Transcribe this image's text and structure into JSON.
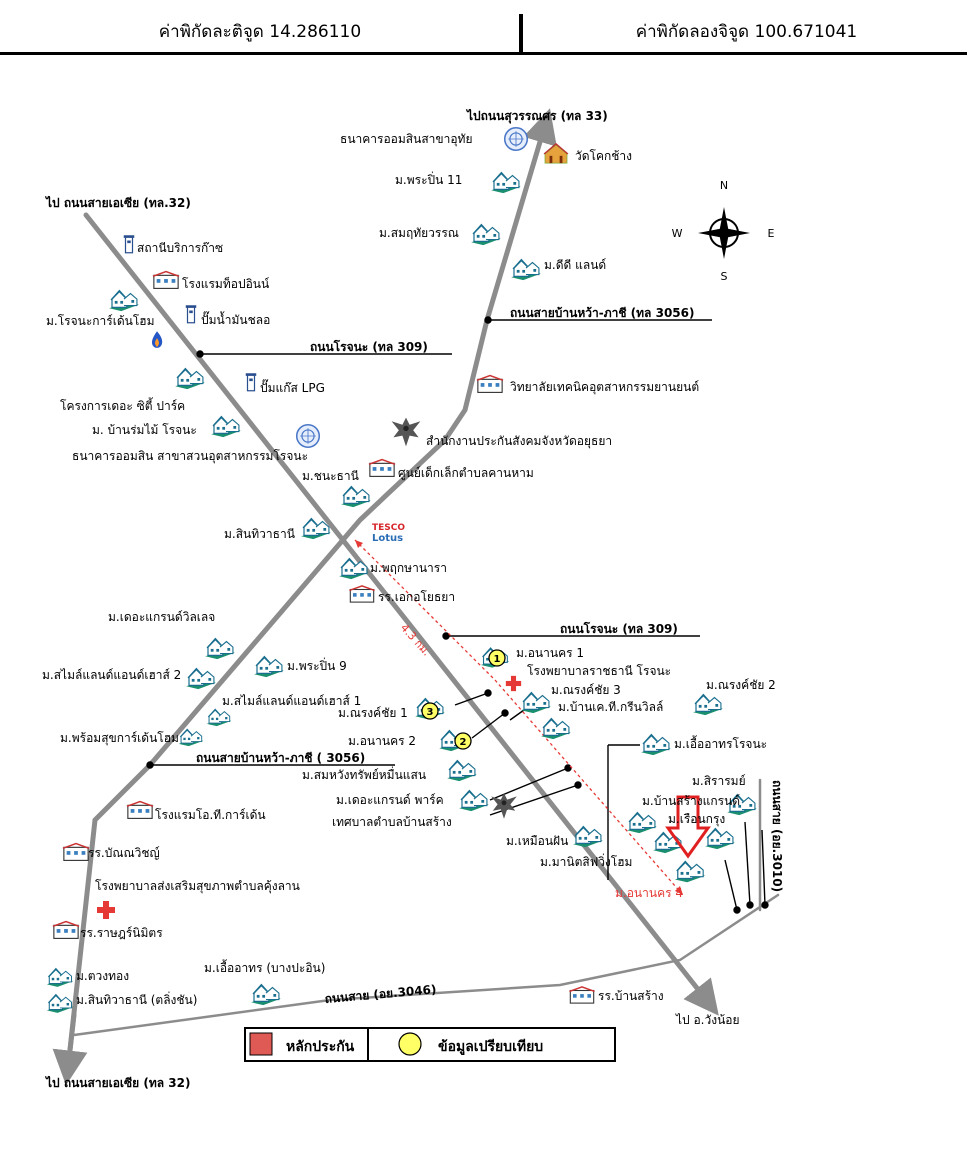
{
  "header": {
    "latitude": "ค่าพิกัดละติจูด 14.286110",
    "longitude": "ค่าพิกัดลองจิจูด 100.671041"
  },
  "compass": {
    "n": "N",
    "s": "S",
    "e": "E",
    "w": "W"
  },
  "roads": {
    "to_suwannason": "ไปถนนสุวรรณศร (ทล 33)",
    "to_asia_top": "ไป ถนนสายเอเซีย (ทล.32)",
    "rojana_upper": "ถนนโรจนะ (ทล 309)",
    "banwa_pachi_upper": "ถนนสายบ้านหว้า-ภาชี (ทล 3056)",
    "rojana_right": "ถนนโรจนะ (ทล 309)",
    "banwa_pachi_lower": "ถนนสายบ้านหว้า-ภาชี ( 3056)",
    "distance": "4.3 กม.",
    "road_3010": "ถนนสาย (อย.3010)",
    "road_3046": "ถนนสาย (อย.3046)",
    "to_asia_bottom": "ไป ถนนสายเอเซีย (ทล 32)",
    "to_wangnoi": "ไป อ.วังน้อย"
  },
  "places": {
    "gsb_uthai": "ธนาคารออมสินสาขาอุทัย",
    "wat_khok_chang": "วัดโคกช้าง",
    "phrapin11": "ม.พระปิ่น 11",
    "somruethai": "ม.สมฤทัยวรรณ",
    "dd_land": "ม.ดีดี แลนด์",
    "gas_station": "สถานีบริการก๊าซ",
    "top_inn": "โรงแรมท็อปอินน์",
    "rojana_garden": "ม.โรจนะการ์เด้นโฮม",
    "oil_pump": "ปั๊มน้ำมันชลอ",
    "vocational": "วิทยาลัยเทคนิคอุตสาหกรรมยานยนต์",
    "lpg": "ปั๊มแก๊ส LPG",
    "city_park": "โครงการเดอะ ซิตี้ ปาร์ค",
    "baan_rommai": "ม. บ้านร่มไม้  โรจนะ",
    "gsb_industrial": "ธนาคารออมสิน สาขาสวนอุตสาหกรรมโรจนะ",
    "social_security": "สำนักงานประกันสังคมจังหวัดอยุธยา",
    "chanathani": "ม.ชนะธานี",
    "child_center": "ศูนย์เด็กเล็กตำบลคานหาม",
    "sinthawathani": "ม.สินทิวาธานี",
    "tesco1": "TESCO",
    "tesco2": "Lotus",
    "pruksa": "ม.พฤกษานารา",
    "ekayothaya": "รร.เอกอโยธยา",
    "grand_village": "ม.เดอะแกรนด์วิลเลจ",
    "smile2": "ม.สไมล์แลนด์แอนด์เฮาส์ 2",
    "phrapin9": "ม.พระปิ่น 9",
    "smile1": "ม.สไมล์แลนด์แอนด์เฮาส์ 1",
    "promsuk": "ม.พร้อมสุขการ์เด้นโฮม",
    "anakhon1": "ม.อนานคร 1",
    "hospital_rojana": "โรงพยาบาลราชธานี โรจนะ",
    "narongchai3": "ม.ณรงค์ชัย 3",
    "narongchai2": "ม.ณรงค์ชัย 2",
    "narongchai1": "ม.ณรงค์ชัย 1",
    "bankt": "ม.บ้านเค.ที.กรีนวิลล์",
    "anakhon2": "ม.อนานคร 2",
    "ueaarthorn_rojana": "ม.เอื้ออาทรโรจนะ",
    "somwang": "ม.สมหวังทรัพย์หมื่นแสน",
    "grand_park": "ม.เดอะแกรนด์ พาร์ค",
    "municipality": "เทศบาลตำบลบ้านสร้าง",
    "siraromp": "ม.สิรารมย์",
    "ban_sarang_grand": "ม.บ้านสร้างแกรนด์",
    "rueankrung": "ม.เรือนกรุง",
    "hotel_ot": "โรงแรมโอ.ที.การ์เด้น",
    "muean_fan": "ม.เหมือนฝัน",
    "manit": "ม.มานิตสิฟวิ่งโฮม",
    "anakhon4": "ม.อนานคร 4",
    "banna_witch": "รร.บัณณวิชญ์",
    "health_hospital": "โรงพยาบาลส่งเสริมสุขภาพตำบลคุ้งลาน",
    "ratrat": "รร.ราษฎร์นิมิตร",
    "tuangthong": "ม.ตวงทอง",
    "ueaarthorn_bang": "ม.เอื้ออาทร (บางปะอิน)",
    "sinthawa_talingchan": "ม.สินทิวาธานี (ตลิ่งชัน)",
    "ban_sarang_school": "รร.บ้านสร้าง"
  },
  "legend": {
    "collateral": "หลักประกัน",
    "comparison": "ข้อมูลเปรียบเทียบ"
  },
  "markers": [
    "1",
    "2",
    "3"
  ],
  "colors": {
    "road": "#8c8c8c",
    "house": "#1a8f6f",
    "hospital": "#e53935",
    "legend_red": "#e05a55",
    "legend_yellow": "#ffff66",
    "target_arrow": "#e02020"
  }
}
